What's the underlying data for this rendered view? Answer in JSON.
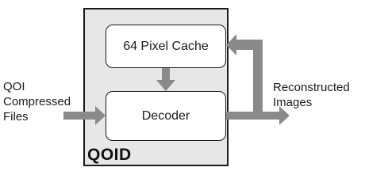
{
  "diagram": {
    "block_name": "QOID",
    "cache_label": "64 Pixel Cache",
    "decoder_label": "Decoder",
    "input_label": [
      "QOI",
      "Compressed",
      "Files"
    ],
    "output_label": [
      "Reconstructed",
      "Images"
    ]
  },
  "colors": {
    "block_fill": "#e7e7e7",
    "arrow": "#8a8a8a",
    "outline": "#1a1a1a",
    "inner_fill": "#ffffff"
  },
  "connections": [
    {
      "from": "input",
      "to": "decoder"
    },
    {
      "from": "cache",
      "to": "decoder"
    },
    {
      "from": "decoder",
      "to": "output"
    },
    {
      "from": "decoder",
      "to": "cache"
    }
  ]
}
